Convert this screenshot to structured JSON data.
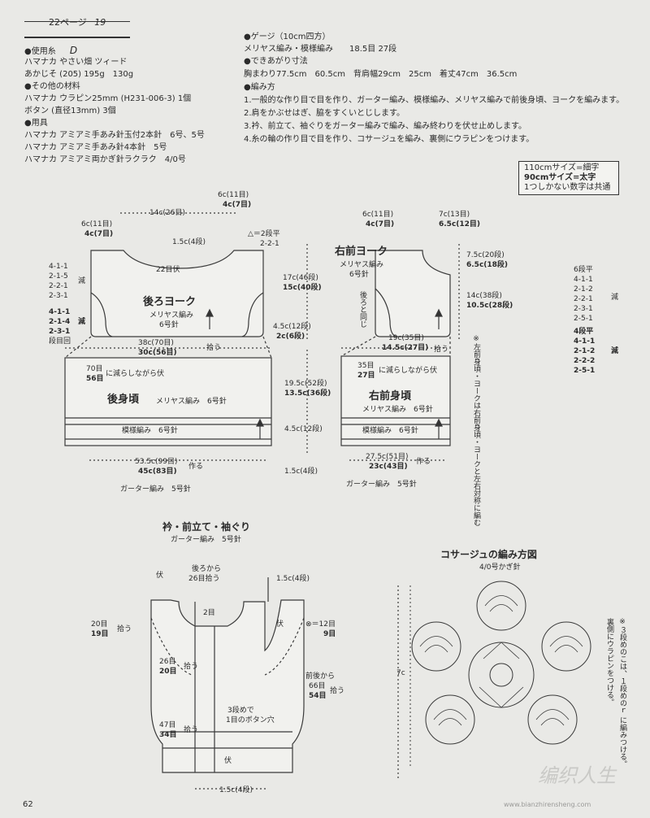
{
  "header": {
    "page_ref": "22ページ",
    "page_ref_num": "19"
  },
  "left_col": {
    "yarn_title": "●使用糸",
    "yarn_mark": "D",
    "yarn_name": "ハマナカ やさい畑 ツィード",
    "yarn_color": "あかじそ (205) 195g　130g",
    "other_title": "●その他の材料",
    "other_1": "ハマナカ ウラピン25mm (H231-006-3) 1個",
    "other_2": "ボタン (直径13mm) 3個",
    "tools_title": "●用具",
    "tool_1": "ハマナカ アミアミ手あみ針玉付2本針　6号、5号",
    "tool_2": "ハマナカ アミアミ手あみ針4本針　5号",
    "tool_3": "ハマナカ アミアミ両かぎ針ラクラク　4/0号"
  },
  "right_col": {
    "gauge_title": "●ゲージ（10cm四方）",
    "gauge": "メリヤス編み・模様編み　　18.5目 27段",
    "size_title": "●できあがり寸法",
    "size": "胸まわり77.5cm　60.5cm　背肩幅29cm　25cm　着丈47cm　36.5cm",
    "method_title": "●編み方",
    "m1": "1.一般的な作り目で目を作り、ガーター編み、模様編み、メリヤス編みで前後身頃、ヨークを編みます。",
    "m2": "2.肩をかぶせはぎ、脇をすくいとじします。",
    "m3": "3.衿、前立て、袖ぐりをガーター編みで編み、編み終わりを伏せ止めします。",
    "m4": "4.糸の輪の作り目で目を作り、コサージュを編み、裏側にウラピンをつけます。"
  },
  "size_box": {
    "l1": "110cmサイズ=細字",
    "l2": "90cmサイズ=太字",
    "l3": "1つしかない数字は共通"
  },
  "back": {
    "top_6c": "6c(11目)",
    "top_4c": "4c(7目)",
    "top_14c": "14c(26目)",
    "top_6c_r": "6c(11目)",
    "top_4c_r": "4c(7目)",
    "tri_note": "△＝2段平",
    "tri_note2": "2-2-1",
    "neck_15": "1.5c(4段)",
    "neck_22": "22目伏",
    "dec_l1": "4-1-1",
    "dec_l2": "2-1-5",
    "dec_l3": "2-2-1",
    "dec_l4": "2-3-1",
    "dec_label": "減",
    "dec_b1": "4-1-1",
    "dec_b2": "2-1-4",
    "dec_b3": "2-3-1",
    "dec_b4": "段目回",
    "dec_label2": "減",
    "yoke_title": "後ろヨーク",
    "yoke_sub1": "メリヤス編み",
    "yoke_sub2": "6号針",
    "h17": "17c(46段)",
    "h15": "15c(40段)",
    "h45": "4.5c(12段)",
    "h2": "2c(6段)",
    "w38": "38c(70目)",
    "w30": "30c(56目)",
    "pick": "拾う",
    "body_70": "70目",
    "body_56": "56目",
    "body_dec": "に減らしながら伏",
    "body_title": "後身頃",
    "body_sub": "メリヤス編み　6号針",
    "h195": "19.5c(52段)",
    "h135": "13.5c(36段)",
    "pattern": "模様編み　6号針",
    "h45b": "4.5c(12段)",
    "h15b": "1.5c(4段)",
    "w535": "53.5c(99目)",
    "w45": "45c(83目)",
    "make": "作る",
    "garter": "ガーター編み　5号針"
  },
  "front": {
    "t6c": "6c(11目)",
    "t4c": "4c(7目)",
    "t7c": "7c(13目)",
    "t65c": "6.5c(12目)",
    "yoke_title": "右前ヨーク",
    "yoke_sub1": "メリヤス編み",
    "yoke_sub2": "6号針",
    "same_as_back": "後ろと同じ",
    "h75": "7.5c(20段)",
    "h65": "6.5c(18段)",
    "h14": "14c(38段)",
    "h105": "10.5c(28段)",
    "w19": "19c(35目)",
    "w145": "14.5c(27目)",
    "pick": "拾う",
    "body_35": "35目",
    "body_27": "27目",
    "body_dec": "に減らしながら伏",
    "sym_note": "※左前身頃・ヨークは右前身頃・ヨークと左右対称に編む",
    "body_title": "右前身頃",
    "body_sub": "メリヤス編み　6号針",
    "pattern": "模様編み　6号針",
    "w275": "27.5c(51目)",
    "w23": "23c(43目)",
    "make": "作る",
    "garter": "ガーター編み　5号針"
  },
  "right_dec": {
    "a1": "6段平",
    "a2": "4-1-1",
    "a3": "2-1-2",
    "a4": "2-2-1",
    "a5": "2-3-1",
    "a6": "2-5-1",
    "label": "減",
    "b1": "4段平",
    "b2": "4-1-1",
    "b3": "2-1-2",
    "b4": "2-2-2",
    "b5": "2-5-1",
    "label2": "減"
  },
  "collar": {
    "title": "衿・前立て・袖ぐり",
    "sub": "ガーター編み　5号針",
    "fu": "伏",
    "back_from": "後ろから",
    "back_26": "26目拾う",
    "r15": "1.5c(4段)",
    "two_rows": "2目",
    "l20": "20目",
    "l19": "19目",
    "pick": "拾う",
    "sym": "⊗＝12目",
    "sym2": "9目",
    "l26": "26目",
    "l20b": "20目",
    "pick2": "拾う",
    "front_from": "前後から",
    "f66": "66目",
    "f54": "54目",
    "pick3": "拾う",
    "btn1": "3段めで",
    "btn2": "1目のボタン穴",
    "l47": "47目",
    "l34": "34目",
    "pick4": "拾う",
    "fu2": "伏",
    "fu3": "伏",
    "b15": "1.5c(4段)"
  },
  "corsage": {
    "title": "コサージュの編み方図",
    "sub": "4/0号かぎ針",
    "size": "7c",
    "note1": "※３段めのこは、１段めのｒ に編みつける。",
    "note2": "裏側にウラピンをつける。"
  },
  "footer": {
    "page_no": "62",
    "watermark": "编织人生",
    "url": "www.bianzhirensheng.com"
  }
}
